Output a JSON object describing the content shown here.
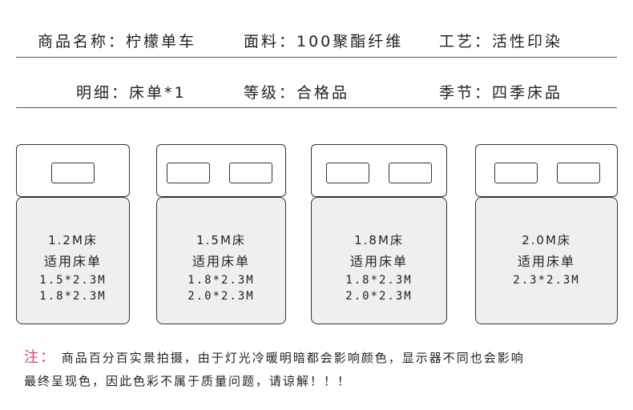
{
  "info_row1": {
    "name": "商品名称：柠檬单车",
    "material": "面料：100聚酯纤维",
    "craft": "工艺：活性印染"
  },
  "info_row2": {
    "detail": "明细：床单*1",
    "grade": "等级：合格品",
    "season": "季节：四季床品"
  },
  "beds": [
    {
      "bed_size": "1.2M床",
      "label": "适用床单",
      "sheets": [
        "1.5*2.3M",
        "1.8*2.3M"
      ]
    },
    {
      "bed_size": "1.5M床",
      "label": "适用床单",
      "sheets": [
        "1.8*2.3M",
        "2.0*2.3M"
      ]
    },
    {
      "bed_size": "1.8M床",
      "label": "适用床单",
      "sheets": [
        "1.8*2.3M",
        "2.0*2.3M"
      ]
    },
    {
      "bed_size": "2.0M床",
      "label": "适用床单",
      "sheets": [
        "2.3*2.3M"
      ]
    }
  ],
  "note": {
    "label": "注：",
    "line1": "商品百分百实景拍摄，由于灯光冷暖明暗都会影响颜色，显示器不同也会影响",
    "line2": "最终呈现色，因此色彩不属于质量问题，请谅解！！！"
  },
  "colors": {
    "note_label": "#e0357a",
    "mattress": "#efefef"
  }
}
